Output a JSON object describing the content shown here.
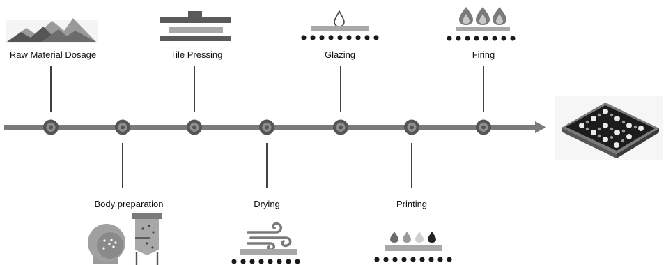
{
  "steps": [
    {
      "label": "Raw Material Dosage",
      "icon": "mountains-icon"
    },
    {
      "label": "Body preparation",
      "icon": "ball-mill-silo-icon"
    },
    {
      "label": "Tile Pressing",
      "icon": "press-icon"
    },
    {
      "label": "Drying",
      "icon": "wind-dryer-icon"
    },
    {
      "label": "Glazing",
      "icon": "glaze-drop-icon"
    },
    {
      "label": "Printing",
      "icon": "ink-drops-icon"
    },
    {
      "label": "Firing",
      "icon": "flames-icon"
    }
  ],
  "result_icon": "decorated-tile-icon",
  "colors": {
    "line": "#7a7a7a",
    "node": "#555555",
    "icon_dark": "#5a5a5a",
    "icon_light": "#a8a8a8",
    "dot": "#1a1a1a"
  }
}
